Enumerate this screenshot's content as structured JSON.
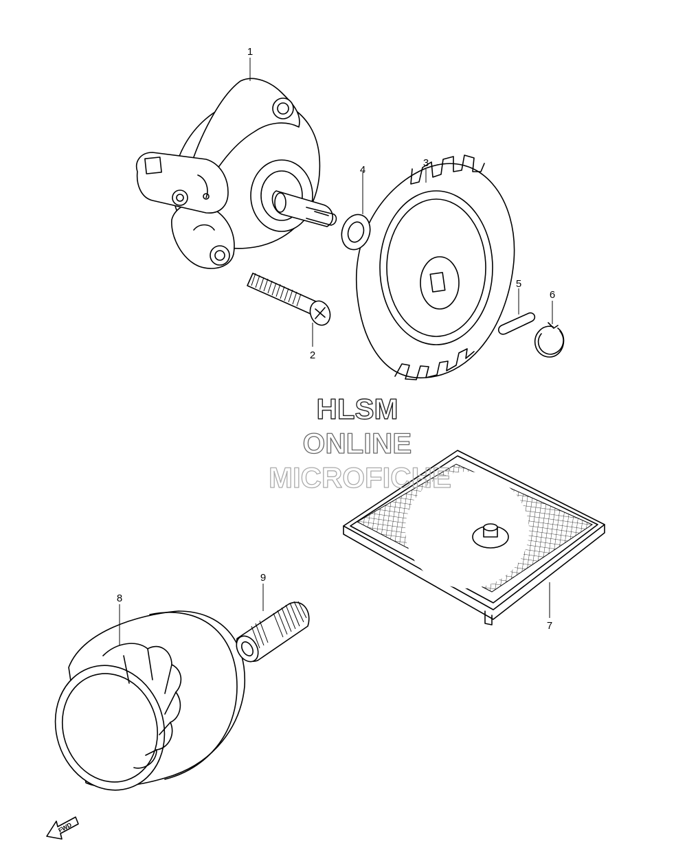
{
  "diagram": {
    "parts": [
      {
        "num": "1"
      },
      {
        "num": "2"
      },
      {
        "num": "3"
      },
      {
        "num": "4"
      },
      {
        "num": "5"
      },
      {
        "num": "6"
      },
      {
        "num": "7"
      },
      {
        "num": "8"
      },
      {
        "num": "9"
      }
    ],
    "watermark": [
      "HLSM",
      "ONLINE",
      "MICROFICHE"
    ],
    "fwd_label": "FWD"
  }
}
